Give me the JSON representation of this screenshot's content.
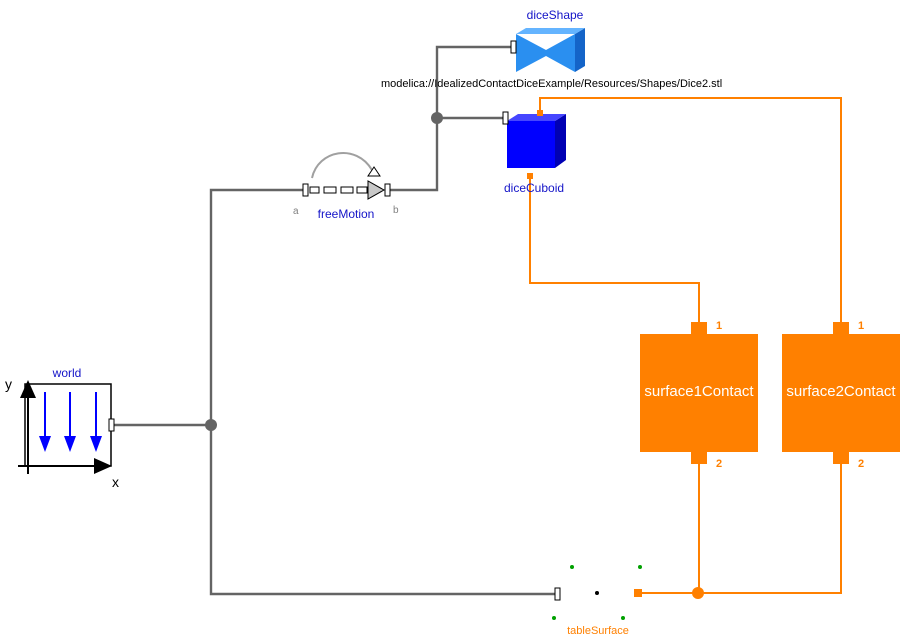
{
  "diagram": {
    "components": {
      "world": {
        "label": "world",
        "axis_y": "y",
        "axis_x": "x"
      },
      "diceShape": {
        "label": "diceShape",
        "file_path": "modelica://IdealizedContactDiceExample/Resources/Shapes/Dice2.stl"
      },
      "diceCuboid": {
        "label": "diceCuboid"
      },
      "freeMotion": {
        "label": "freeMotion",
        "port_a": "a",
        "port_b": "b"
      },
      "surface1Contact": {
        "label": "surface1Contact",
        "port_1": "1",
        "port_2": "2"
      },
      "surface2Contact": {
        "label": "surface2Contact",
        "port_1": "1",
        "port_2": "2"
      },
      "tableSurface": {
        "label": "tableSurface"
      }
    },
    "colors": {
      "mechanical_wire": "#646464",
      "contact_wire": "#ff8000",
      "label_blue": "#1414c8",
      "cuboid": "#0000ff",
      "shape": "#2a8ff0",
      "world_arrow": "#0000ff"
    }
  }
}
